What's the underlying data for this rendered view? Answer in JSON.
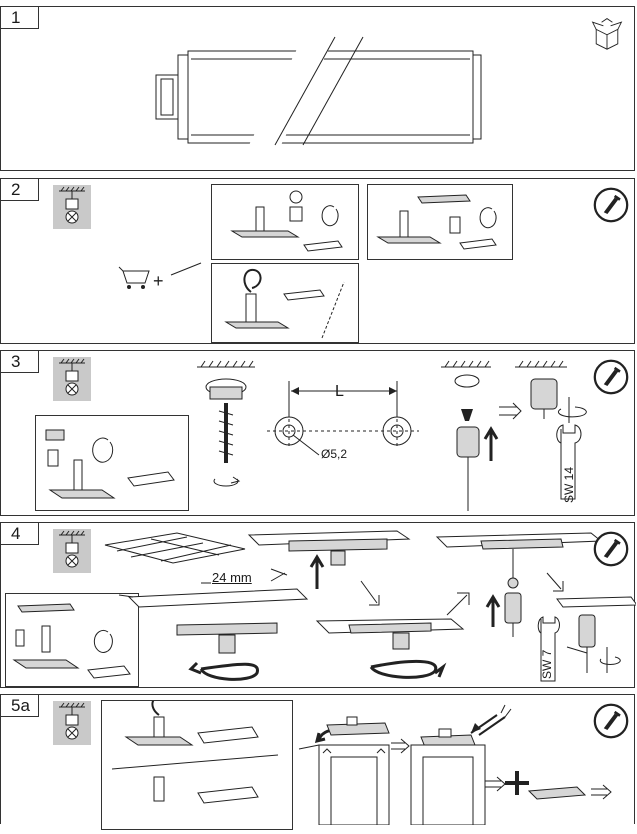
{
  "steps": [
    {
      "number": "1"
    },
    {
      "number": "2"
    },
    {
      "number": "3"
    },
    {
      "number": "4"
    },
    {
      "number": "5a"
    }
  ],
  "labels": {
    "dimension_l": "L",
    "hole_diameter": "Ø5,2",
    "wrench_14": "SW 14",
    "ceiling_gap": "24 mm",
    "wrench_7": "SW 7"
  },
  "colors": {
    "line": "#1a1a1a",
    "icon_bg": "#c9c9c9",
    "part_fill": "#d6d6d6"
  }
}
